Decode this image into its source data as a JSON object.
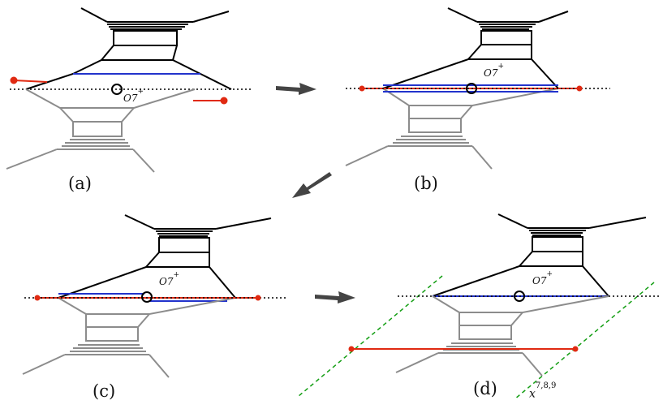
{
  "panels": [
    {
      "label": "(a)",
      "plane": {
        "base": "O7",
        "charge": "+"
      }
    },
    {
      "label": "(b)",
      "plane": {
        "base": "O7",
        "charge": "+"
      }
    },
    {
      "label": "(c)",
      "plane": {
        "base": "O7",
        "charge": "+"
      }
    },
    {
      "label": "(d)",
      "plane": {
        "base": "O7",
        "charge": "+"
      }
    }
  ],
  "direction_label": {
    "base": "x",
    "sup": "7,8,9"
  },
  "colors": {
    "upper_brane": "#000000",
    "lower_brane": "#8c8c8c",
    "blue_brane": "#2233cc",
    "red_brane": "#e02a12",
    "green_direction": "#139e13",
    "arrow": "#444444",
    "orientifold_line": "#000000"
  }
}
